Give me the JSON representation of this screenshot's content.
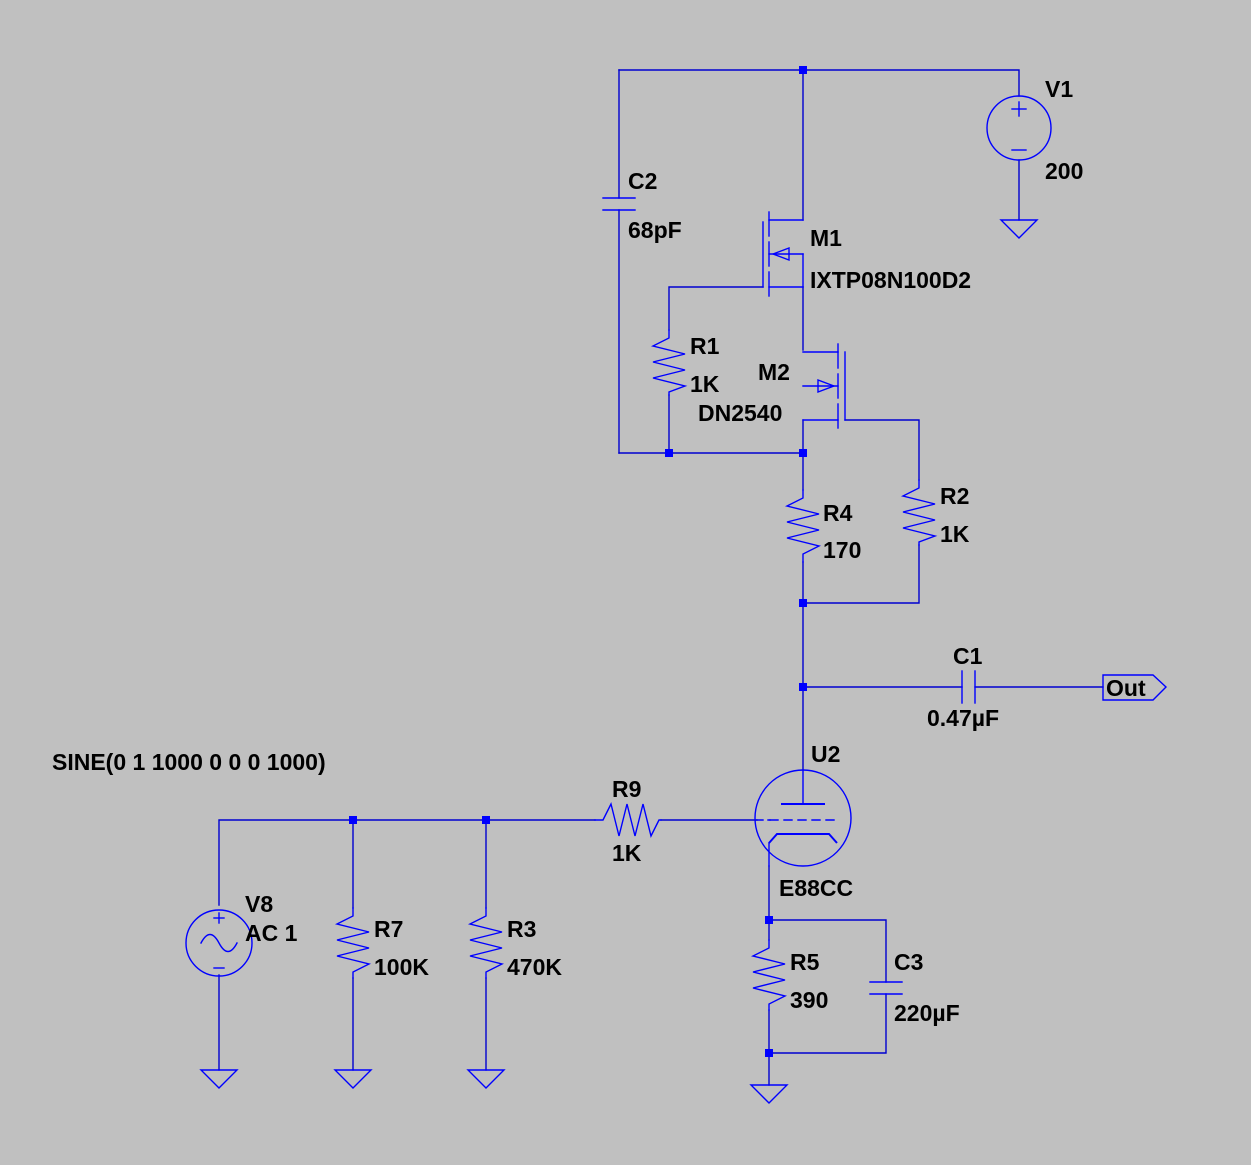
{
  "components": {
    "v1": {
      "name": "V1",
      "value": "200"
    },
    "c2": {
      "name": "C2",
      "value": "68pF"
    },
    "m1": {
      "name": "M1",
      "value": "IXTP08N100D2"
    },
    "r1": {
      "name": "R1",
      "value": "1K"
    },
    "m2": {
      "name": "M2",
      "value": "DN2540"
    },
    "r4": {
      "name": "R4",
      "value": "170"
    },
    "r2": {
      "name": "R2",
      "value": "1K"
    },
    "c1": {
      "name": "C1",
      "value": "0.47µF"
    },
    "out": {
      "label": "Out"
    },
    "u2": {
      "name": "U2",
      "value": "E88CC"
    },
    "r9": {
      "name": "R9",
      "value": "1K"
    },
    "v8": {
      "name": "V8",
      "value": "AC 1"
    },
    "r7": {
      "name": "R7",
      "value": "100K"
    },
    "r3": {
      "name": "R3",
      "value": "470K"
    },
    "r5": {
      "name": "R5",
      "value": "390"
    },
    "c3": {
      "name": "C3",
      "value": "220µF"
    }
  },
  "directives": {
    "sine": "SINE(0 1 1000 0 0 0 1000)"
  },
  "colors": {
    "background": "#c0c0c0",
    "wire": "#0000d0",
    "symbol": "#0000ff",
    "text": "#000000"
  }
}
